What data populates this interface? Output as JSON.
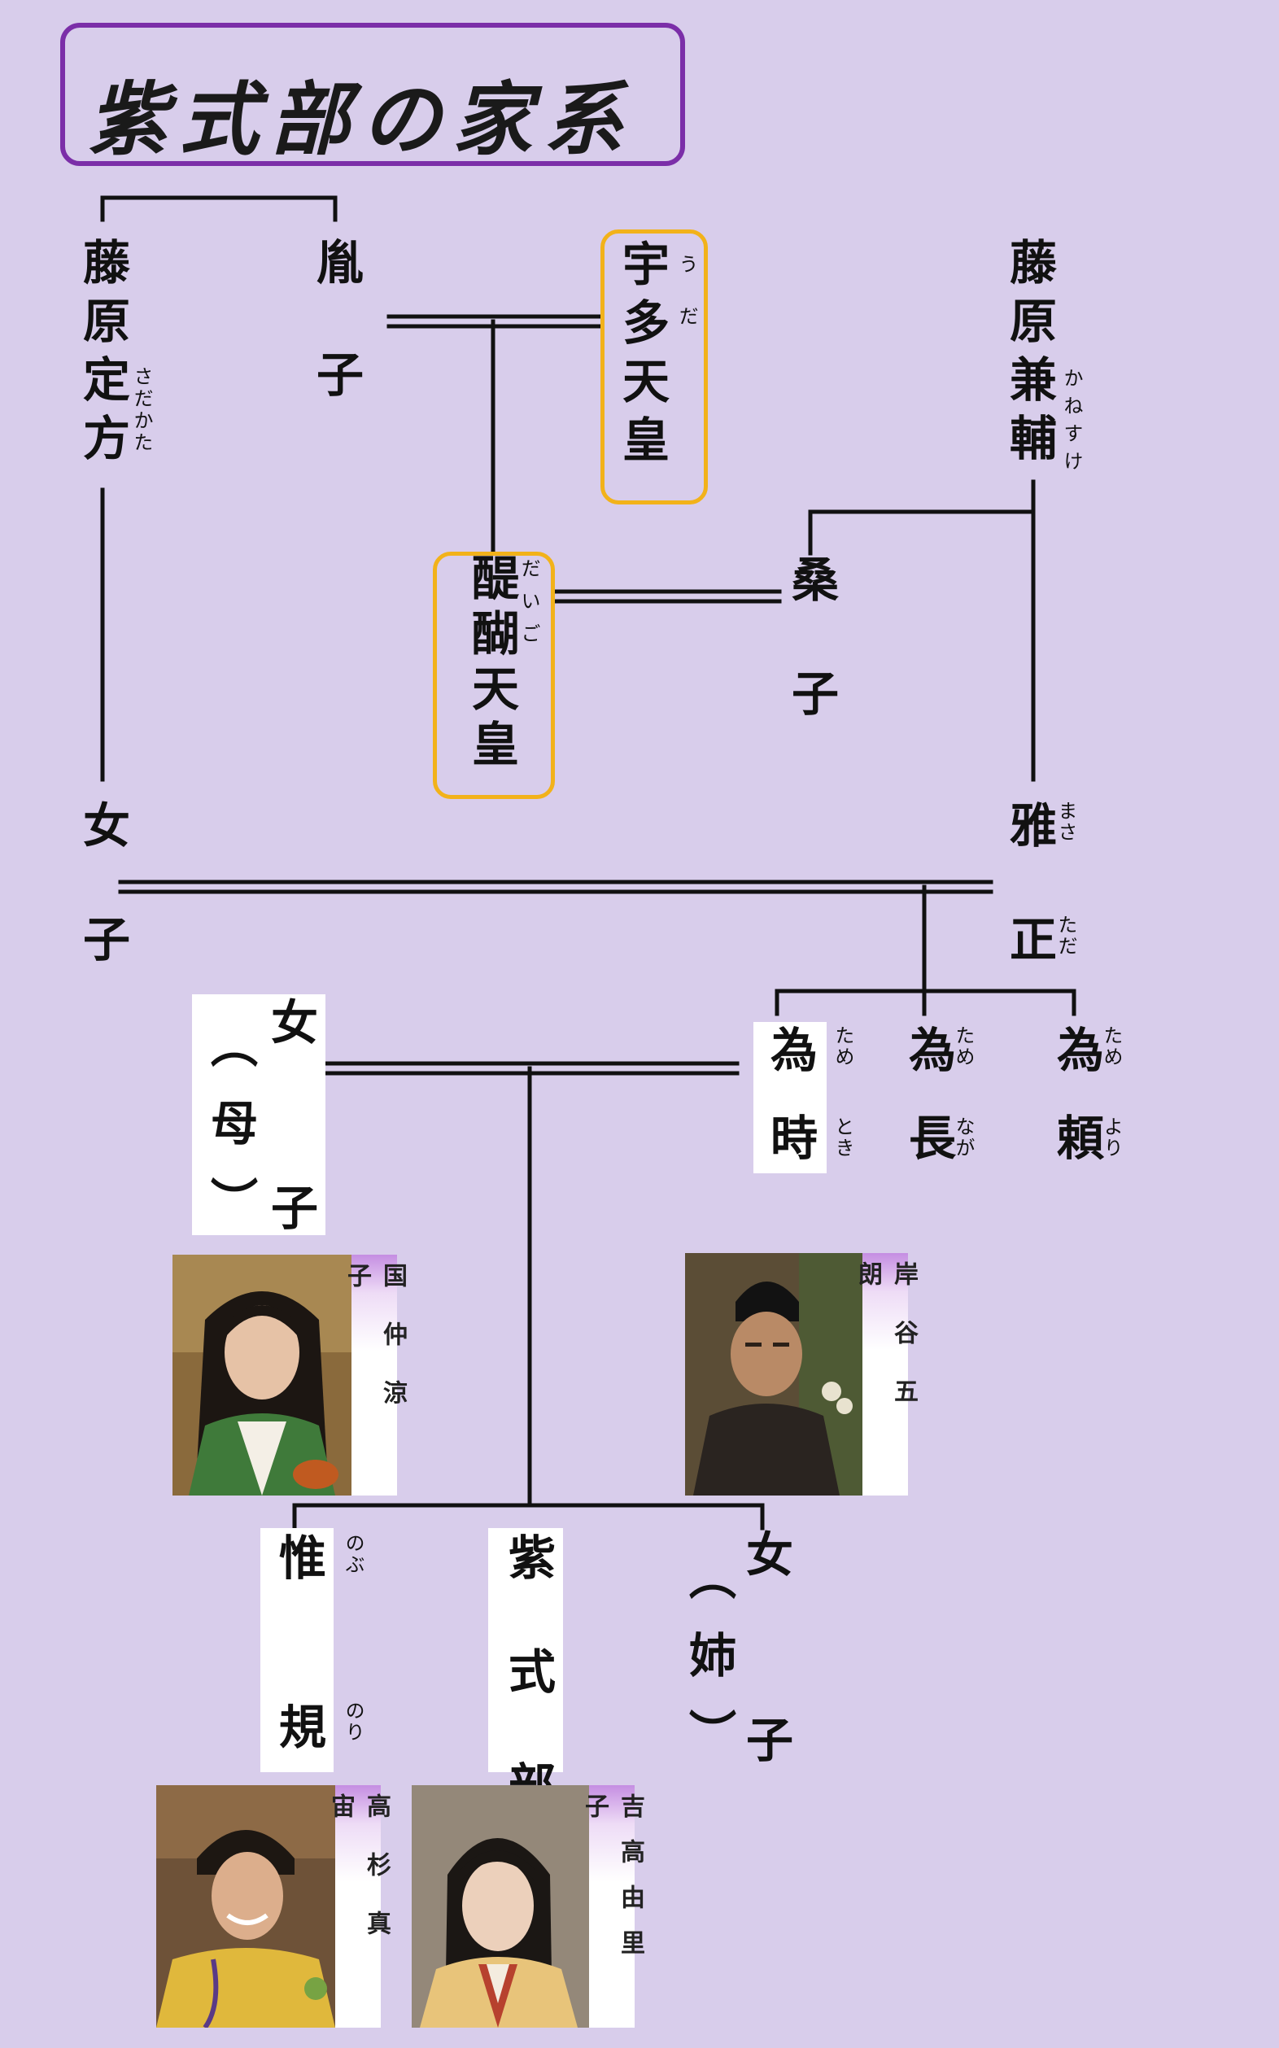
{
  "title": "紫式部の家系",
  "people": {
    "sadakata": {
      "name": "藤原定方",
      "reading": "さだかた"
    },
    "inko": {
      "name": "胤子"
    },
    "uda": {
      "name": "宇多天皇",
      "reading": "うだ"
    },
    "kanesuke": {
      "name": "藤原兼輔",
      "reading": "かねすけ"
    },
    "daigo": {
      "name": "醍醐天皇",
      "reading": "だいご"
    },
    "soko": {
      "name": "桑子"
    },
    "jyoshi_left": {
      "name": "女子"
    },
    "masatada": {
      "name": "雅正",
      "reading_1": "まさ",
      "reading_2": "ただ"
    },
    "mother": {
      "name": "女子",
      "note": "（母）"
    },
    "tametoki": {
      "name": "為時",
      "reading_1": "ため",
      "reading_2": "とき"
    },
    "tamenaga": {
      "name": "為長",
      "reading_1": "ため",
      "reading_2": "なが"
    },
    "tameyori": {
      "name": "為頼",
      "reading_1": "ため",
      "reading_2": "より"
    },
    "nobunori": {
      "name": "惟規",
      "reading_1": "のぶ",
      "reading_2": "のり"
    },
    "murasaki": {
      "name": "紫式部"
    },
    "sister": {
      "name": "女子",
      "note": "（姉）"
    }
  },
  "actors": {
    "mother": "国仲涼子",
    "father": "岸谷五朗",
    "nobunori": "高杉真宙",
    "murasaki": "吉高由里子"
  },
  "colors": {
    "background": "#d8cdeb",
    "title_border": "#7b2ea8",
    "emperor_highlight": "#f2b21a",
    "line": "#111111"
  }
}
